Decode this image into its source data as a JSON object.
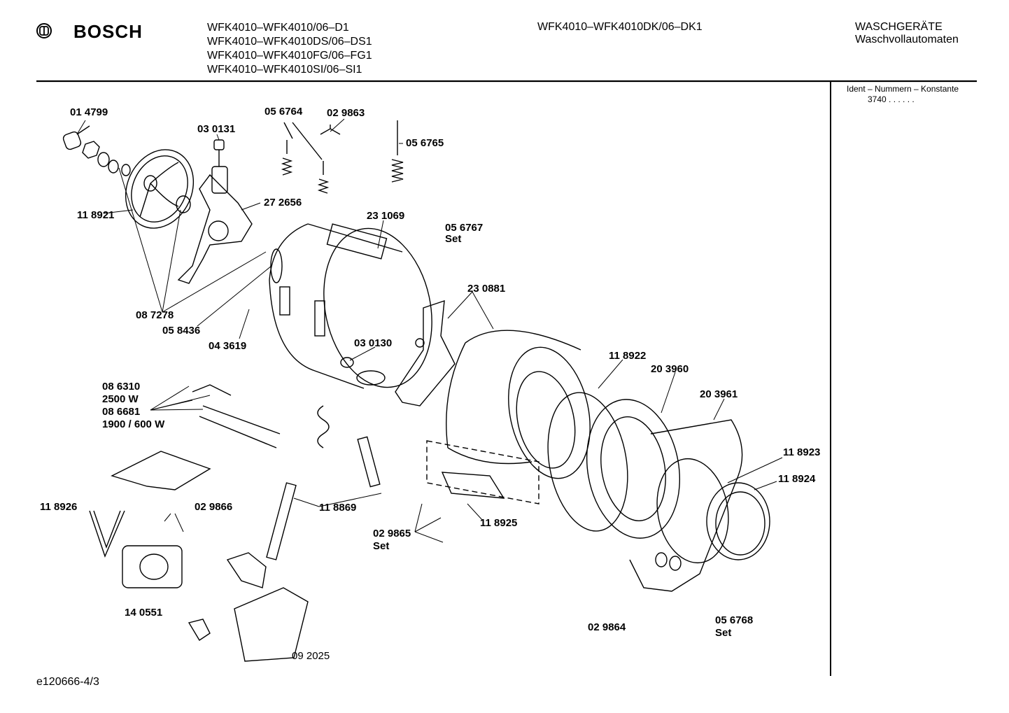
{
  "header": {
    "brand": "BOSCH",
    "models_left": [
      "WFK4010–WFK4010/06–D1",
      "WFK4010–WFK4010DS/06–DS1",
      "WFK4010–WFK4010FG/06–FG1",
      "WFK4010–WFK4010SI/06–SI1"
    ],
    "model_right": "WFK4010–WFK4010DK/06–DK1",
    "category_line1": "WASCHGERÄTE",
    "category_line2": "Waschvollautomaten"
  },
  "sidebar": {
    "ident_label": "Ident – Nummern – Konstante",
    "ident_value": "3740  .  .  .  .  .  ."
  },
  "footer": {
    "drawing_id": "e120666-4/3"
  },
  "parts": {
    "p014799": "01 4799",
    "p030131": "03 0131",
    "p056764": "05 6764",
    "p029863": "02 9863",
    "p056765": "05 6765",
    "p118921": "11 8921",
    "p272656": "27 2656",
    "p231069": "23 1069",
    "p056767": "05 6767",
    "p056767_set": "Set",
    "p087278": "08 7278",
    "p058436": "05 8436",
    "p043619": "04 3619",
    "p230881": "23 0881",
    "p030130": "03 0130",
    "p086310": "08 6310",
    "p2500w": "2500 W",
    "p086681": "08 6681",
    "p1900w": "1900 / 600 W",
    "p118922": "11 8922",
    "p203960": "20 3960",
    "p203961": "20 3961",
    "p118923": "11 8923",
    "p118924": "11 8924",
    "p118869": "11 8869",
    "p118925": "11 8925",
    "p118926": "11 8926",
    "p029866": "02 9866",
    "p029865": "02 9865",
    "p029865_set": "Set",
    "p140551": "14 0551",
    "p092025": "09 2025",
    "p029864": "02 9864",
    "p056768": "05 6768",
    "p056768_set": "Set"
  }
}
